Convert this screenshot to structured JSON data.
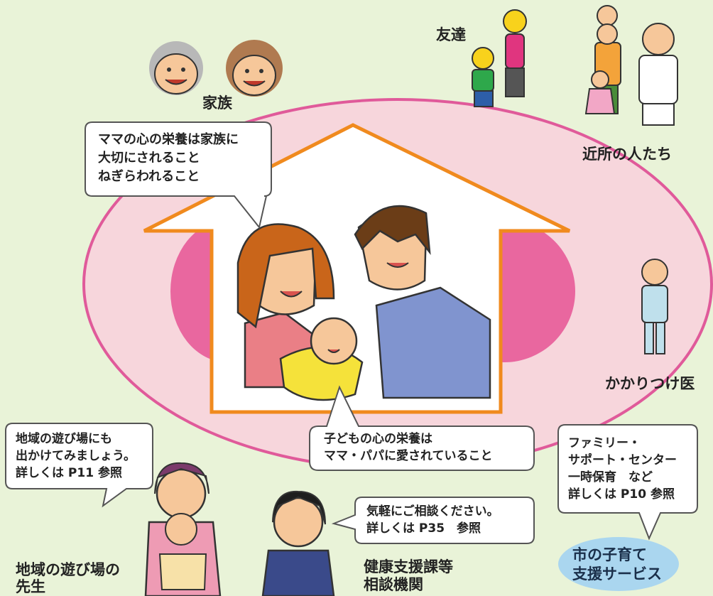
{
  "labels": {
    "family": "家族",
    "friends": "友達",
    "neighbors": "近所の人たち",
    "doctor": "かかりつけ医",
    "play_teacher_line1": "地域の遊び場の",
    "play_teacher_line2": "先生",
    "health_line1": "健康支援課等",
    "health_line2": "相談機関",
    "service_line1": "市の子育て",
    "service_line2": "支援サービス"
  },
  "bubbles": {
    "mama": [
      "ママの心の栄養は家族に",
      "大切にされること",
      "ねぎらわれること"
    ],
    "child": [
      "子どもの心の栄養は",
      "ママ・パパに愛されていること"
    ],
    "play": [
      "地域の遊び場にも",
      "出かけてみましょう。",
      "詳しくは P11 参照"
    ],
    "health": [
      "気軽にご相談ください。",
      "詳しくは P35　参照"
    ],
    "support": [
      "ファミリー・",
      "サポート・センター",
      "一時保育　など",
      "詳しくは P10 参照"
    ]
  },
  "colors": {
    "background": "#e9f3d8",
    "outer_ellipse": "#f7d6dc",
    "outer_ellipse_border": "#e05a9a",
    "inner_pink": "#e9679f",
    "house_outline": "#f08a1e",
    "service_bubble": "#aad6ef"
  }
}
